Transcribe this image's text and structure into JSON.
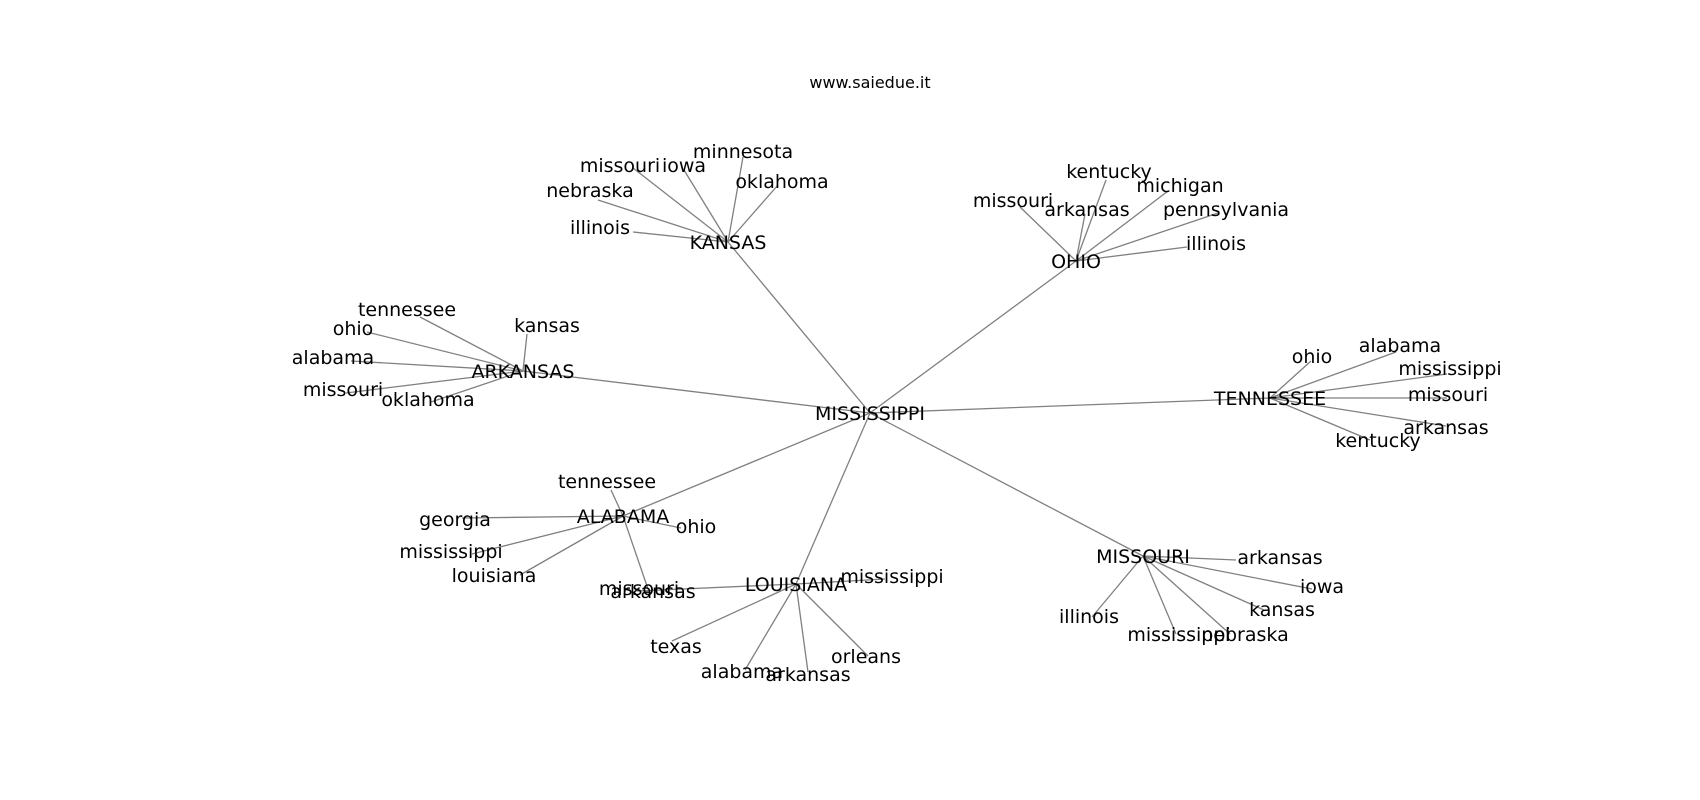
{
  "title": "www.saiedue.it",
  "colors": {
    "edge": "#808080",
    "text": "#000000",
    "background": "#ffffff"
  },
  "graph": {
    "center": "MISSISSIPPI",
    "hubs": [
      {
        "label": "KANSAS",
        "leaves": [
          "missouri",
          "iowa",
          "minnesota",
          "oklahoma",
          "nebraska",
          "illinois"
        ]
      },
      {
        "label": "OHIO",
        "leaves": [
          "kentucky",
          "michigan",
          "missouri",
          "arkansas",
          "pennsylvania",
          "illinois"
        ]
      },
      {
        "label": "ARKANSAS",
        "leaves": [
          "tennessee",
          "kansas",
          "ohio",
          "alabama",
          "missouri",
          "oklahoma"
        ]
      },
      {
        "label": "TENNESSEE",
        "leaves": [
          "ohio",
          "alabama",
          "mississippi",
          "missouri",
          "arkansas",
          "kentucky"
        ]
      },
      {
        "label": "ALABAMA",
        "leaves": [
          "tennessee",
          "georgia",
          "ohio",
          "mississippi",
          "louisiana",
          "arkansas"
        ]
      },
      {
        "label": "LOUISIANA",
        "leaves": [
          "missouri",
          "mississippi",
          "texas",
          "orleans",
          "alabama",
          "arkansas"
        ]
      },
      {
        "label": "MISSOURI",
        "leaves": [
          "arkansas",
          "iowa",
          "kansas",
          "illinois",
          "mississippi",
          "nebraska"
        ]
      }
    ]
  }
}
